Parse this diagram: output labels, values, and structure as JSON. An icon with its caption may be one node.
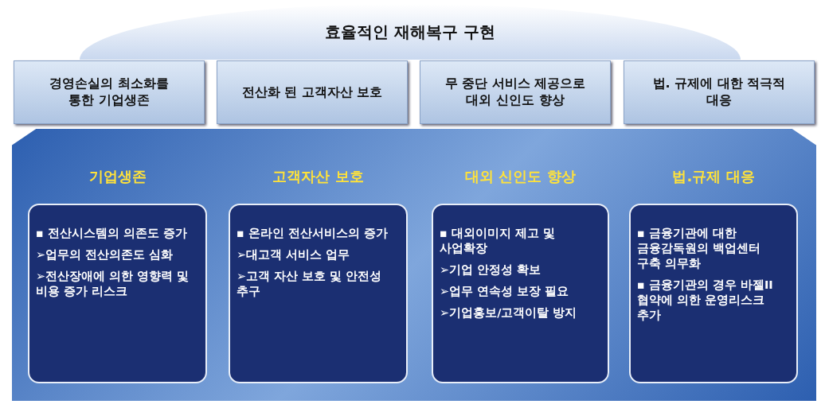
{
  "diagram": {
    "nodes": [
      {
        "text": [
          "효율적인 재해복구 구현"
        ]
      },
      {
        "text": [
          "경영손실의 최소화를 통한 기업생존"
        ]
      },
      {
        "text": [
          "전산화 된 고객자산 보호"
        ]
      },
      {
        "text": [
          "무 중단 서비스 제공으로 대외 신인도 향상"
        ]
      },
      {
        "text": [
          "법. 규제에 대한 적극적 대응"
        ]
      },
      {
        "text": [],
        "shape": "box"
      },
      {
        "text": [
          "기업생존",
          "▪ 전산시스템의 의존도 증가",
          "➢업무의 전산의존도 심화",
          "➢전산장애에 의한 영향력 및 비용 증가 리스크"
        ],
        "in": 5
      },
      {
        "text": [
          "고객자산 보호",
          "▪ 온라인 전산서비스의 증가",
          "➢대고객 서비스 업무",
          "➢고객 자산 보호 및 안전성 추구"
        ],
        "in": 5
      },
      {
        "text": [
          "대외 신인도 향상",
          "▪ 대외이미지 제고 및 사업확장",
          "➢기업 안정성 확보",
          "➢업무 연속성 보장 필요",
          "➢기업홍보/고객이탈 방지"
        ],
        "in": 5
      },
      {
        "text": [
          "법.규제 대응",
          "▪ 금융기관에 대한 금융감독원의 백업센터 구축 의무화",
          "▪ 금융기관의 경우 바젤II 협약에 의한 운영리스크 추가"
        ],
        "in": 5
      }
    ]
  }
}
